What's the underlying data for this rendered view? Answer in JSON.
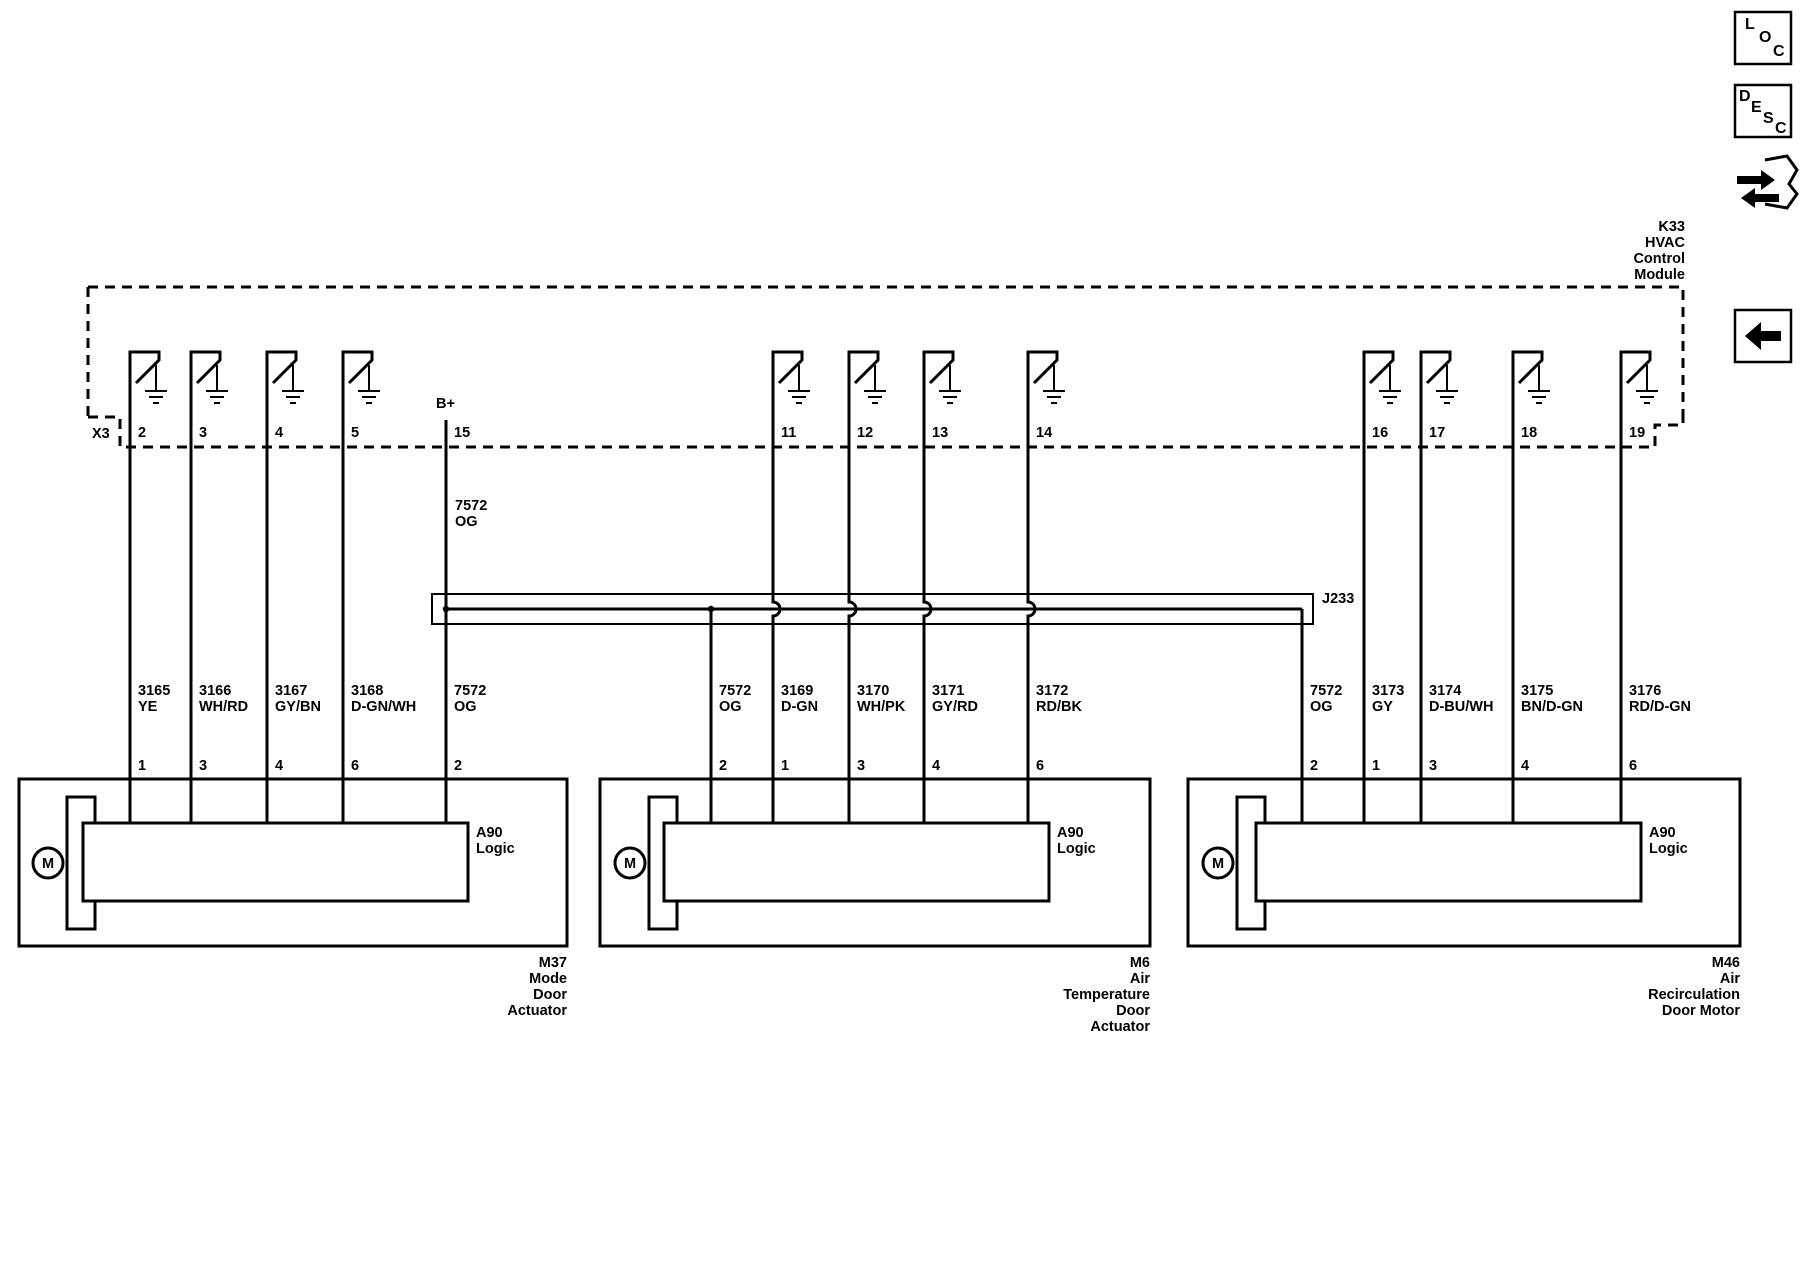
{
  "module": {
    "ref": "K33",
    "name_lines": [
      "HVAC",
      "Control",
      "Module"
    ],
    "connector": "X3",
    "supply_label": "B+"
  },
  "module_pins": [
    {
      "pin": "2",
      "switch": true
    },
    {
      "pin": "3",
      "switch": true
    },
    {
      "pin": "4",
      "switch": true
    },
    {
      "pin": "5",
      "switch": true
    },
    {
      "pin": "15",
      "switch": false
    },
    {
      "pin": "11",
      "switch": true
    },
    {
      "pin": "12",
      "switch": true
    },
    {
      "pin": "13",
      "switch": true
    },
    {
      "pin": "14",
      "switch": true
    },
    {
      "pin": "16",
      "switch": true
    },
    {
      "pin": "17",
      "switch": true
    },
    {
      "pin": "18",
      "switch": true
    },
    {
      "pin": "19",
      "switch": true
    }
  ],
  "supply_wire": {
    "circuit": "7572",
    "color": "OG"
  },
  "splice": {
    "ref": "J233"
  },
  "wires": [
    {
      "circuit": "3165",
      "color": "YE",
      "device_pin": "1"
    },
    {
      "circuit": "3166",
      "color": "WH/RD",
      "device_pin": "3"
    },
    {
      "circuit": "3167",
      "color": "GY/BN",
      "device_pin": "4"
    },
    {
      "circuit": "3168",
      "color": "D-GN/WH",
      "device_pin": "6"
    },
    {
      "circuit": "7572",
      "color": "OG",
      "device_pin": "2"
    },
    {
      "circuit": "7572",
      "color": "OG",
      "device_pin": "2"
    },
    {
      "circuit": "3169",
      "color": "D-GN",
      "device_pin": "1"
    },
    {
      "circuit": "3170",
      "color": "WH/PK",
      "device_pin": "3"
    },
    {
      "circuit": "3171",
      "color": "GY/RD",
      "device_pin": "4"
    },
    {
      "circuit": "3172",
      "color": "RD/BK",
      "device_pin": "6"
    },
    {
      "circuit": "7572",
      "color": "OG",
      "device_pin": "2"
    },
    {
      "circuit": "3173",
      "color": "GY",
      "device_pin": "1"
    },
    {
      "circuit": "3174",
      "color": "D-BU/WH",
      "device_pin": "3"
    },
    {
      "circuit": "3175",
      "color": "BN/D-GN",
      "device_pin": "4"
    },
    {
      "circuit": "3176",
      "color": "RD/D-GN",
      "device_pin": "6"
    }
  ],
  "devices": [
    {
      "ref": "M37",
      "name_lines": [
        "Mode",
        "Door",
        "Actuator"
      ],
      "logic_lines": [
        "A90",
        "Logic"
      ],
      "motor": "M"
    },
    {
      "ref": "M6",
      "name_lines": [
        "Air",
        "Temperature",
        "Door",
        "Actuator"
      ],
      "logic_lines": [
        "A90",
        "Logic"
      ],
      "motor": "M"
    },
    {
      "ref": "M46",
      "name_lines": [
        "Air",
        "Recirculation",
        "Door Motor"
      ],
      "logic_lines": [
        "A90",
        "Logic"
      ],
      "motor": "M"
    }
  ],
  "sidebar": {
    "loc_button": [
      "L",
      "O",
      "C"
    ],
    "desc_button": [
      "D",
      "E",
      "S",
      "C"
    ],
    "connector_icon": "connector-end-view-icon",
    "back_icon": "left-arrow-icon"
  }
}
